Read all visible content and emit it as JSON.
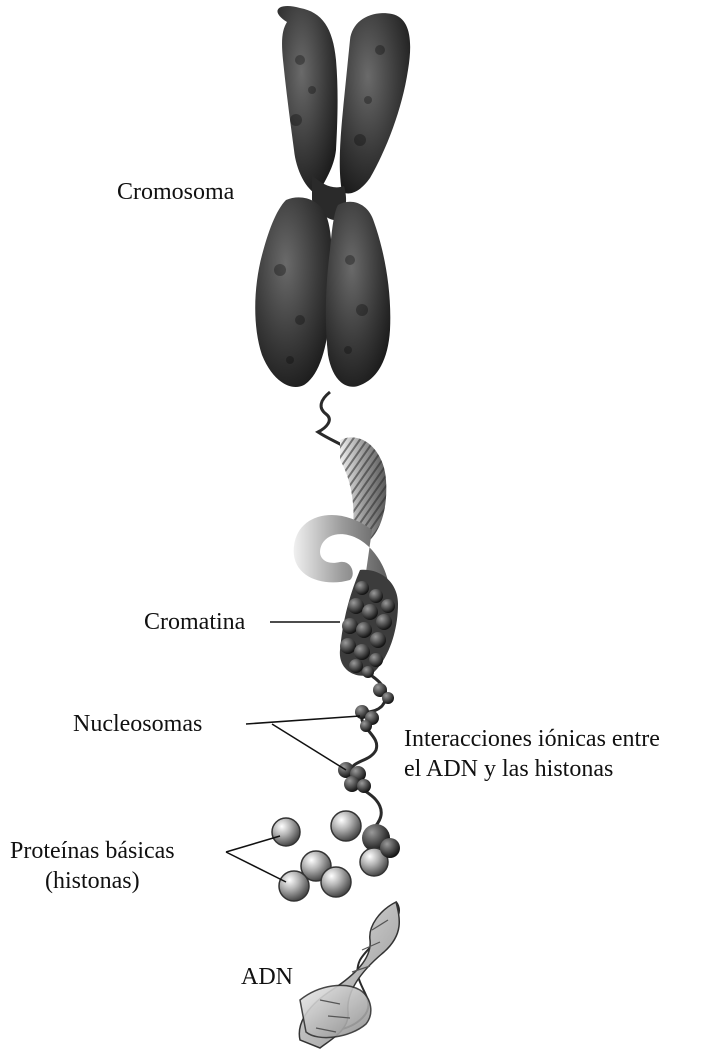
{
  "labels": {
    "chromosome": "Cromosoma",
    "chromatin": "Cromatina",
    "nucleosomes": "Nucleosomas",
    "ionic_interactions_line1": "Interacciones iónicas entre",
    "ionic_interactions_line2": "el ADN y las histonas",
    "basic_proteins_line1": "Proteínas básicas",
    "basic_proteins_line2": "(histonas)",
    "dna": "ADN"
  },
  "colors": {
    "chromosome": "#3a3a3a",
    "chromatin": "#555555",
    "histone": "#9a9a9a",
    "ink": "#111111"
  }
}
